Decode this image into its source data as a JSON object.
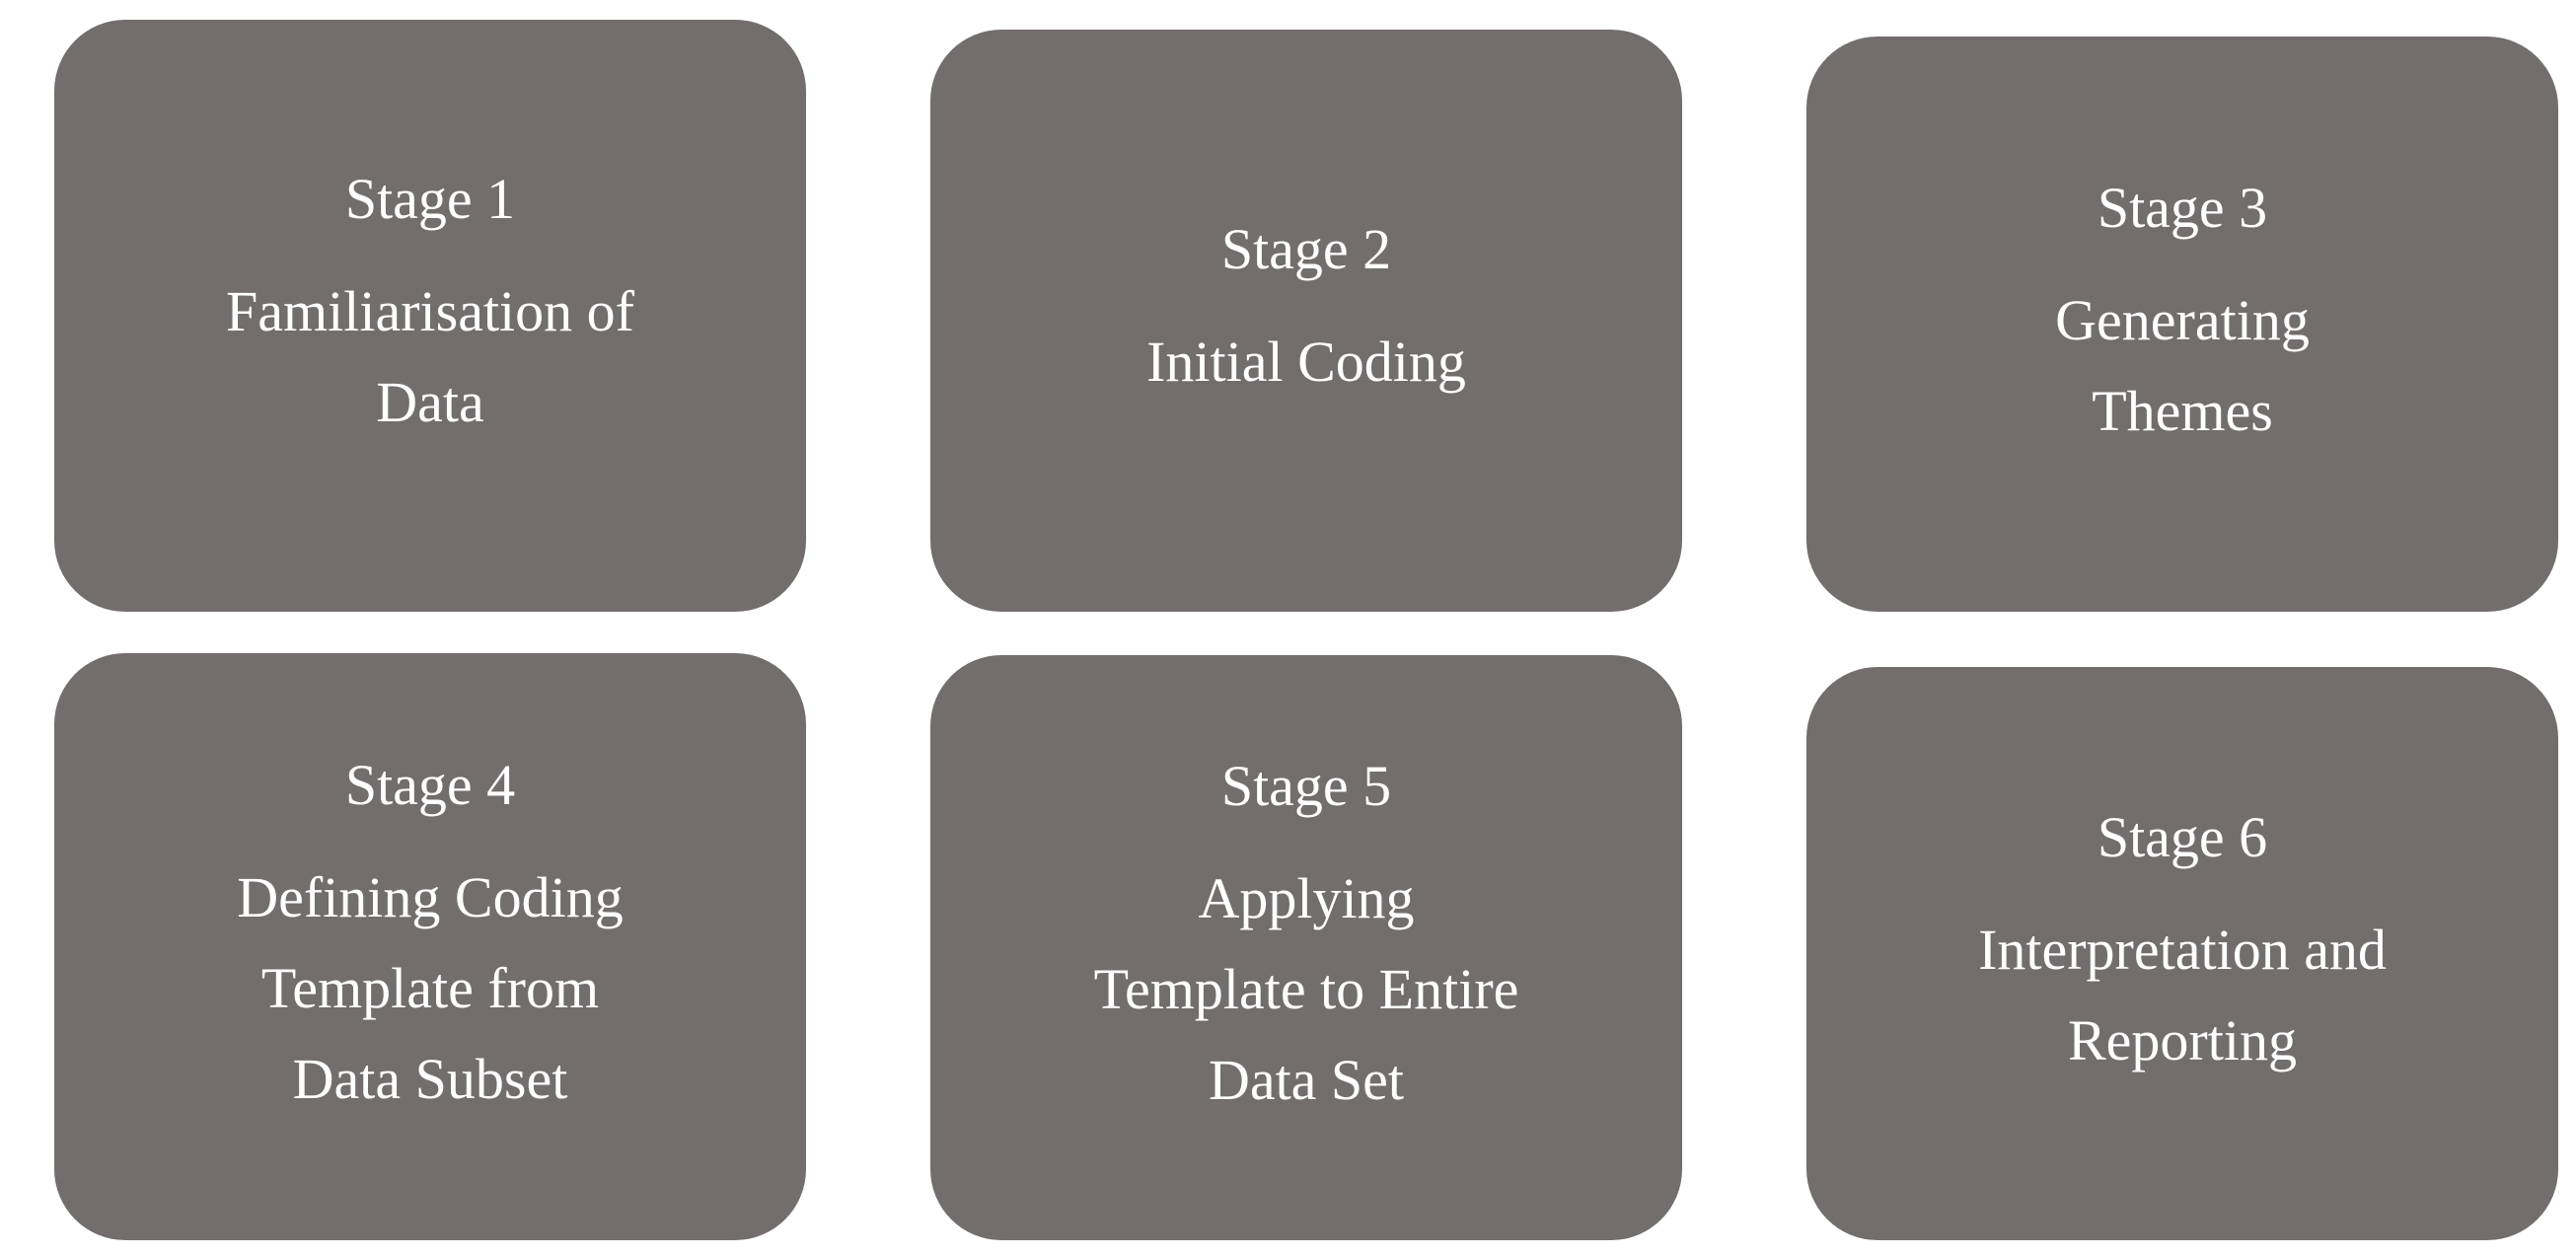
{
  "diagram": {
    "type": "stage-flow-grid",
    "rows": 2,
    "columns": 3,
    "stages": [
      {
        "heading": "Stage 1",
        "label": "Familiarisation of\nData"
      },
      {
        "heading": "Stage 2",
        "label": "Initial Coding"
      },
      {
        "heading": "Stage 3",
        "label": "Generating\nThemes"
      },
      {
        "heading": "Stage 4",
        "label": "Defining Coding\nTemplate from\nData Subset"
      },
      {
        "heading": "Stage 5",
        "label": "Applying\nTemplate to Entire\nData Set"
      },
      {
        "heading": "Stage 6",
        "label": "Interpretation and\nReporting"
      }
    ],
    "colors": {
      "box_fill": "#726e6d",
      "text": "#ffffff",
      "background": "#ffffff"
    }
  }
}
